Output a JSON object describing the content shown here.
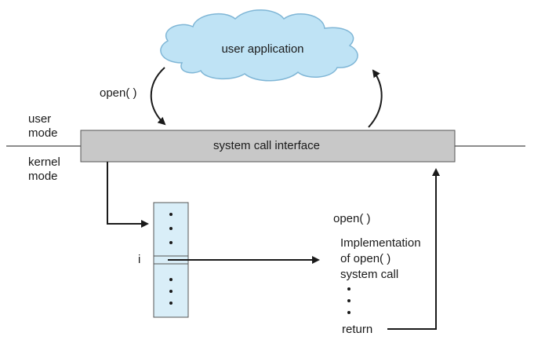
{
  "diagram": {
    "cloud_label": "user application",
    "open_call_label": "open( )",
    "user_mode_label": [
      "user",
      "mode"
    ],
    "kernel_mode_label": [
      "kernel",
      "mode"
    ],
    "interface_label": "system call interface",
    "index_label": "i",
    "impl_heading": "open( )",
    "impl_lines": [
      "Implementation",
      "of open( )",
      "system call"
    ],
    "return_label": "return"
  },
  "colors": {
    "cloud_fill": "#bfe3f5",
    "cloud_stroke": "#7fb6d6",
    "interface_fill": "#c8c8c8",
    "table_fill": "#d9eef8",
    "line": "#1a1a1a"
  }
}
